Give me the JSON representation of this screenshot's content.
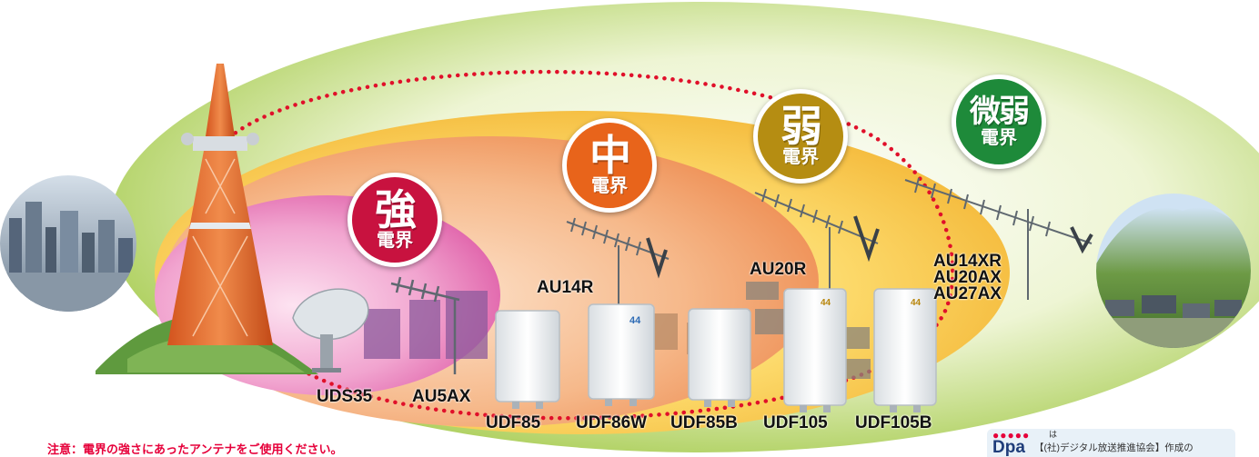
{
  "zones": {
    "strong": {
      "big": "強",
      "sub": "電界",
      "color": "#c8123f"
    },
    "medium": {
      "big": "中",
      "sub": "電界",
      "color": "#e8641b"
    },
    "weak": {
      "big": "弱",
      "sub": "電界",
      "color": "#b58d12"
    },
    "very_weak": {
      "big": "微弱",
      "sub": "電界",
      "color": "#1e8a3a"
    }
  },
  "products": {
    "uds35": "UDS35",
    "au5ax": "AU5AX",
    "udf85": "UDF85",
    "udf86w": "UDF86W",
    "udf85b": "UDF85B",
    "udf105": "UDF105",
    "udf105b": "UDF105B",
    "au14r": "AU14R",
    "au20r": "AU20R",
    "au14xr": "AU14XR",
    "au20ax": "AU20AX",
    "au27ax": "AU27AX"
  },
  "notice": "注意：電界の強さにあったアンテナをご使用ください。",
  "dpa": {
    "dots": "●●●●●",
    "ha": "は",
    "logo": "Dpa",
    "text": "【(社)デジタル放送推進協会】作成の"
  },
  "colors": {
    "dotted_line": "#e0102a",
    "outer_zone": "#b9d66a",
    "yellow_zone": "#f8cf4c",
    "orange_zone": "#f3a56a",
    "pink_zone": "#e879b5"
  }
}
